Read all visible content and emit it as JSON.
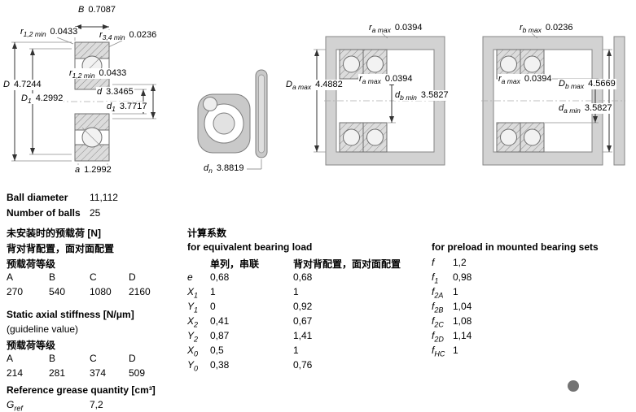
{
  "drawings": {
    "cross_section": {
      "B": {
        "sym": "B",
        "sub": "",
        "val": "0.7087"
      },
      "r12_top": {
        "sym": "r",
        "sub": "1,2 min",
        "val": "0.0433"
      },
      "r34": {
        "sym": "r",
        "sub": "3,4 min",
        "val": "0.0236"
      },
      "r12_mid": {
        "sym": "r",
        "sub": "1,2 min",
        "val": "0.0433"
      },
      "D": {
        "sym": "D",
        "sub": "",
        "val": "4.7244"
      },
      "D1": {
        "sym": "D",
        "sub": "1",
        "val": "4.2992"
      },
      "d": {
        "sym": "d",
        "sub": "",
        "val": "3.3465"
      },
      "d1": {
        "sym": "d",
        "sub": "1",
        "val": "3.7717"
      },
      "a": {
        "sym": "a",
        "sub": "",
        "val": "1.2992"
      }
    },
    "front_view": {
      "dn": {
        "sym": "d",
        "sub": "n",
        "val": "3.8819"
      }
    },
    "mounting_left": {
      "ra_top": {
        "sym": "r",
        "sub": "a max",
        "val": "0.0394"
      },
      "Da": {
        "sym": "D",
        "sub": "a max",
        "val": "4.4882"
      },
      "ra_mid": {
        "sym": "r",
        "sub": "a max",
        "val": "0.0394"
      },
      "db": {
        "sym": "d",
        "sub": "b min",
        "val": "3.5827"
      }
    },
    "mounting_right": {
      "rb_top": {
        "sym": "r",
        "sub": "b max",
        "val": "0.0236"
      },
      "ra_mid": {
        "sym": "r",
        "sub": "a max",
        "val": "0.0394"
      },
      "Db": {
        "sym": "D",
        "sub": "b max",
        "val": "4.5669"
      },
      "da": {
        "sym": "d",
        "sub": "a min",
        "val": "3.5827"
      }
    }
  },
  "specs": {
    "ball_diameter_label": "Ball diameter",
    "ball_diameter_value": "11,112",
    "number_of_balls_label": "Number of balls",
    "number_of_balls_value": "25"
  },
  "preload_unmounted": {
    "title": "未安装时的预载荷 [N]",
    "subtitle": "背对背配置，面对面配置",
    "class_label": "预载荷等级",
    "headers": [
      "A",
      "B",
      "C",
      "D"
    ],
    "values": [
      "270",
      "540",
      "1080",
      "2160"
    ]
  },
  "stiffness": {
    "title": "Static axial stiffness [N/μm]",
    "subtitle": "(guideline value)",
    "class_label": "预载荷等级",
    "headers": [
      "A",
      "B",
      "C",
      "D"
    ],
    "values": [
      "214",
      "281",
      "374",
      "509"
    ]
  },
  "grease": {
    "title": "Reference grease quantity [cm³]",
    "symbol": "G",
    "symbol_sub": "ref",
    "value": "7,2"
  },
  "calc_factors": {
    "title": "计算系数",
    "subtitle": "for equivalent bearing load",
    "col1_header": "单列，串联",
    "col2_header": "背对背配置，面对面配置",
    "rows": [
      {
        "sym": "e",
        "sub": "",
        "v1": "0,68",
        "v2": "0,68"
      },
      {
        "sym": "X",
        "sub": "1",
        "v1": "1",
        "v2": "1"
      },
      {
        "sym": "Y",
        "sub": "1",
        "v1": "0",
        "v2": "0,92"
      },
      {
        "sym": "X",
        "sub": "2",
        "v1": "0,41",
        "v2": "0,67"
      },
      {
        "sym": "Y",
        "sub": "2",
        "v1": "0,87",
        "v2": "1,41"
      },
      {
        "sym": "X",
        "sub": "0",
        "v1": "0,5",
        "v2": "1"
      },
      {
        "sym": "Y",
        "sub": "0",
        "v1": "0,38",
        "v2": "0,76"
      }
    ]
  },
  "preload_mounted": {
    "title": "for preload in mounted bearing sets",
    "rows": [
      {
        "sym": "f",
        "sub": "",
        "v": "1,2"
      },
      {
        "sym": "f",
        "sub": "1",
        "v": "0,98"
      },
      {
        "sym": "f",
        "sub": "2A",
        "v": "1"
      },
      {
        "sym": "f",
        "sub": "2B",
        "v": "1,04"
      },
      {
        "sym": "f",
        "sub": "2C",
        "v": "1,08"
      },
      {
        "sym": "f",
        "sub": "2D",
        "v": "1,14"
      },
      {
        "sym": "f",
        "sub": "HC",
        "v": "1"
      }
    ]
  }
}
